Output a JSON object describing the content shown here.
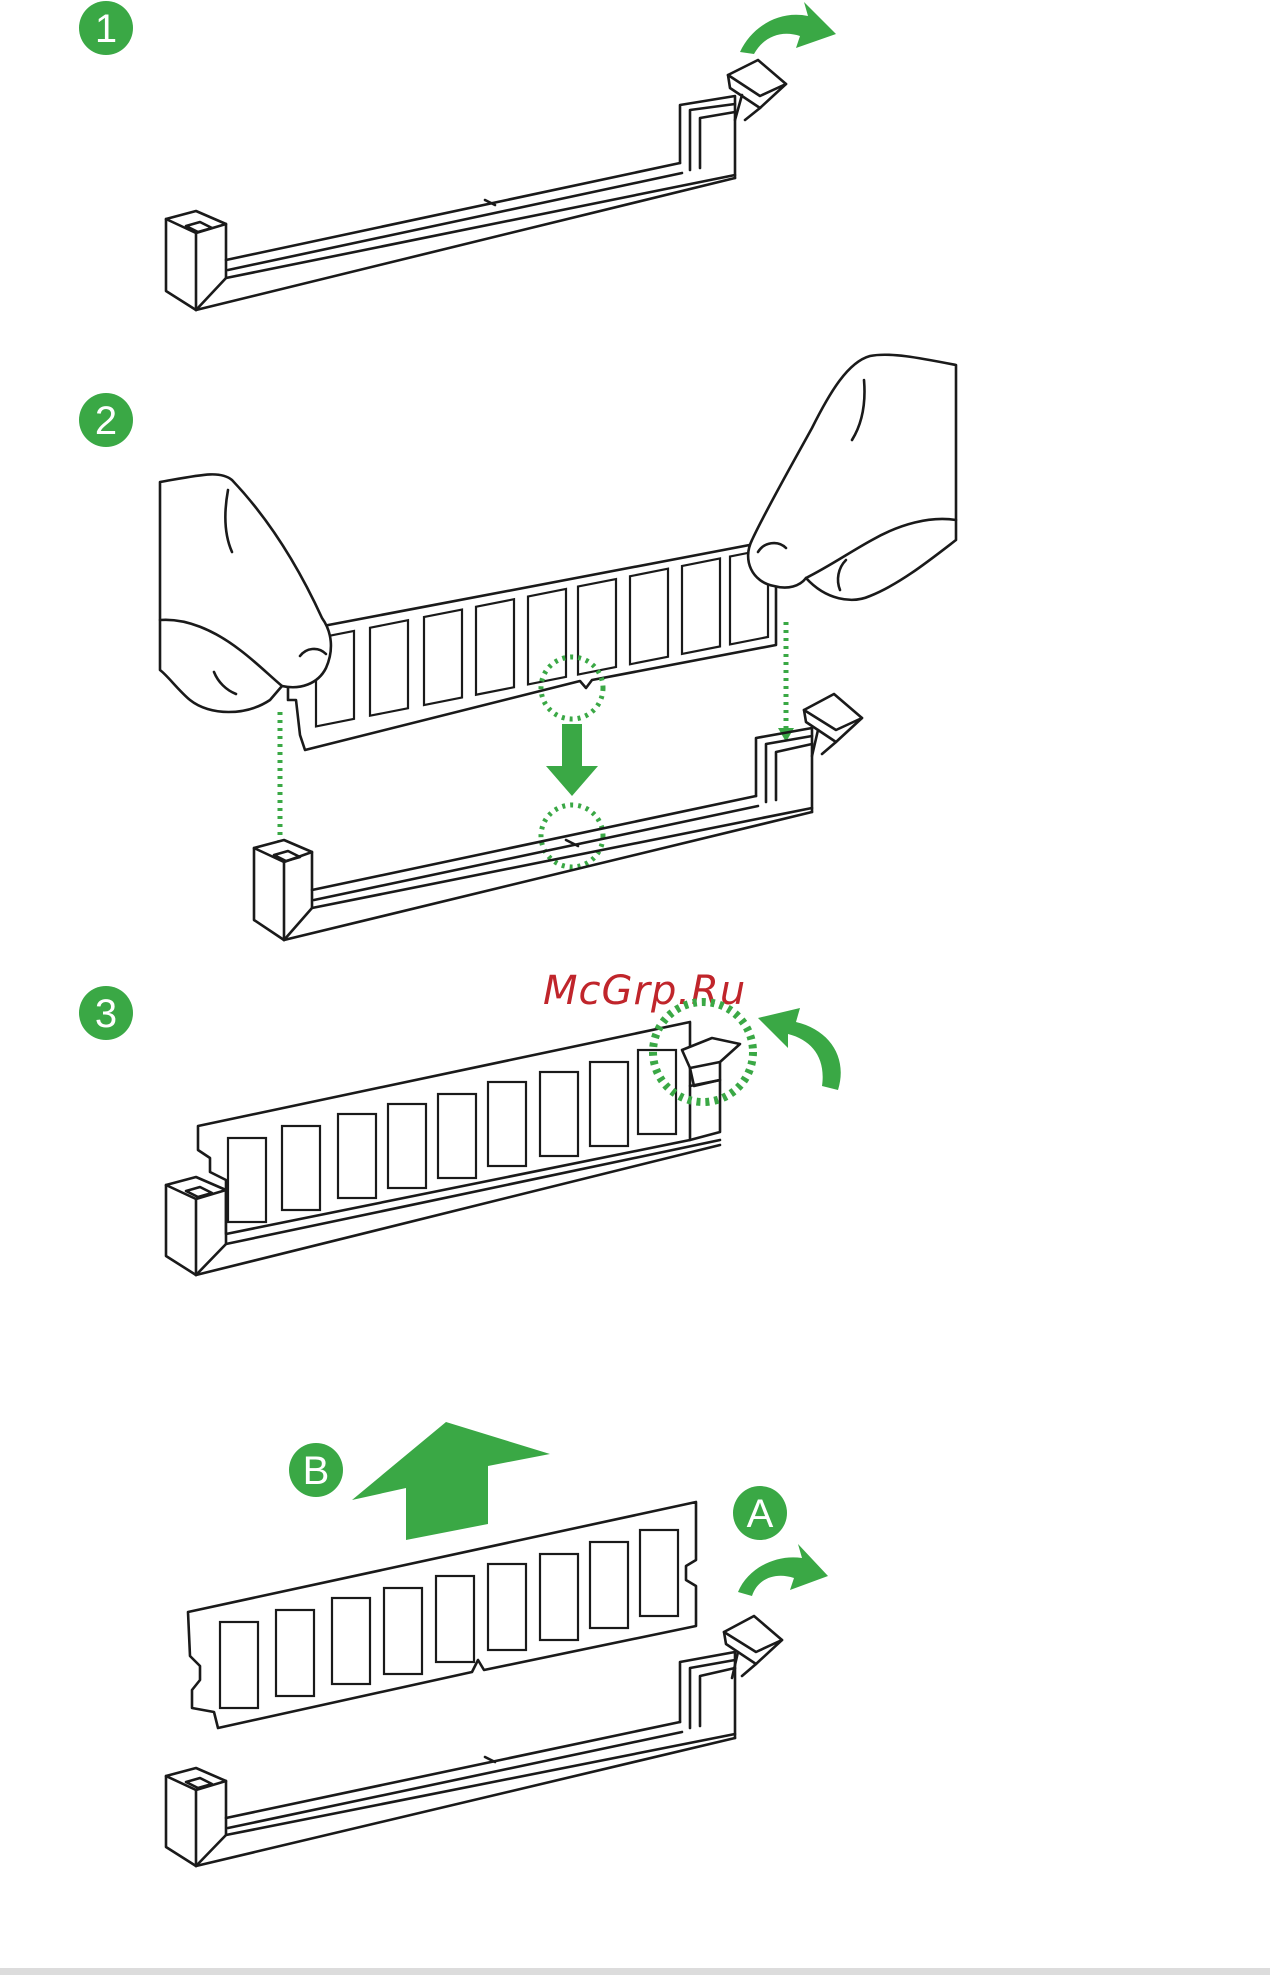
{
  "colors": {
    "accent": "#3aa845",
    "accent_dark": "#2f9a3a",
    "line": "#1a1a1a",
    "watermark": "#c0252b",
    "background": "#ffffff"
  },
  "steps": [
    {
      "badge": "1"
    },
    {
      "badge": "2"
    },
    {
      "badge": "3"
    }
  ],
  "removal": {
    "badge_a": "A",
    "badge_b": "B"
  },
  "watermark": "McGrp.Ru",
  "icons": {
    "rotate_arrow": "curved-arrow-icon",
    "down_arrow": "down-arrow-icon",
    "up_arrow": "up-arrow-icon",
    "hand": "hand-icon"
  }
}
